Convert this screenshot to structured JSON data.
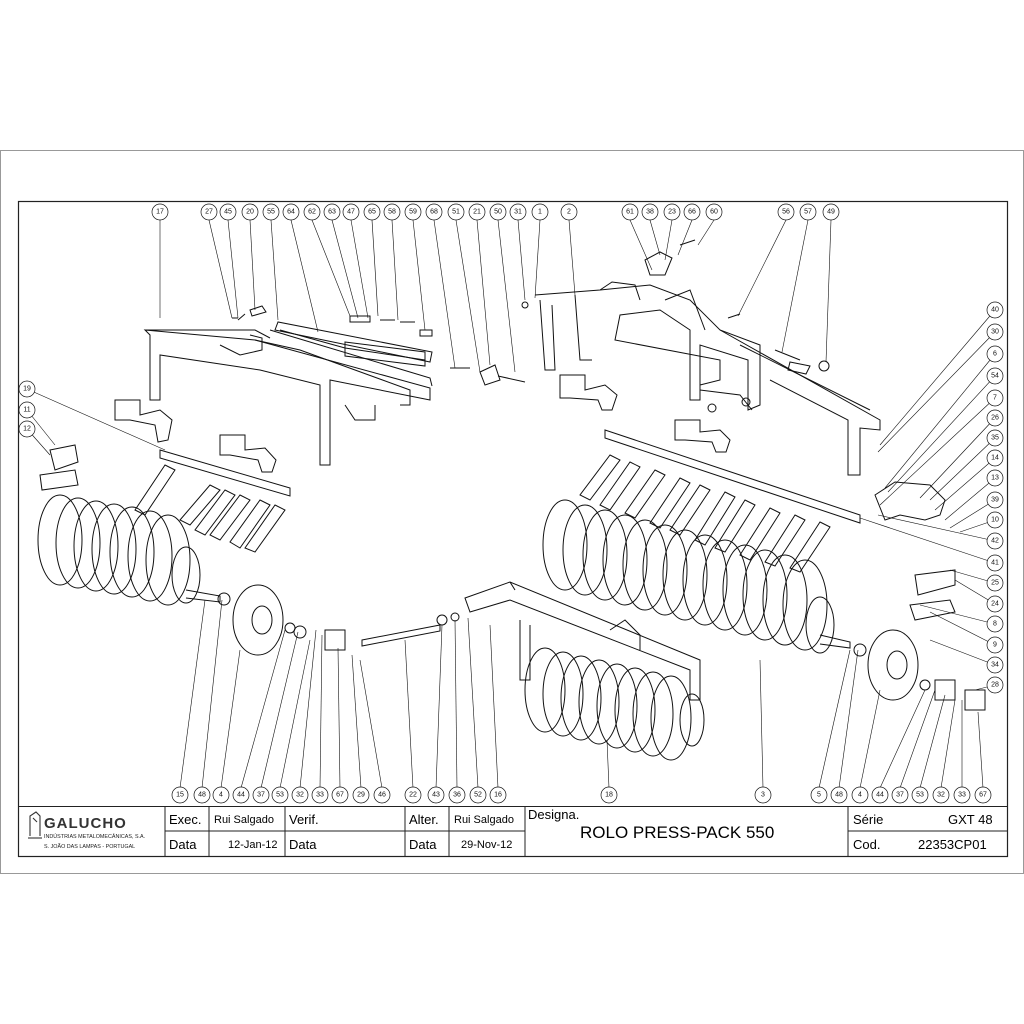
{
  "company": {
    "name": "GALUCHO",
    "line1": "INDÚSTRIAS METALOMECÂNICAS, S.A.",
    "line2": "S. JOÃO DAS LAMPAS - PORTUGAL"
  },
  "title_block": {
    "exec_label": "Exec.",
    "exec_value": "Rui Salgado",
    "verif_label": "Verif.",
    "alter_label": "Alter.",
    "alter_value": "Rui Salgado",
    "designa_label": "Designa.",
    "title": "ROLO PRESS-PACK 550",
    "serie_label": "Série",
    "serie_value": "GXT 48",
    "data_label_1": "Data",
    "data_value_1": "12-Jan-12",
    "data_label_2": "Data",
    "data_label_3": "Data",
    "data_value_3": "29-Nov-12",
    "cod_label": "Cod.",
    "cod_value": "22353CP01"
  },
  "callouts_top": [
    "17",
    "27",
    "45",
    "20",
    "55",
    "64",
    "62",
    "63",
    "47",
    "65",
    "58",
    "59",
    "68",
    "51",
    "21",
    "50",
    "31",
    "1",
    "2",
    "61",
    "38",
    "23",
    "66",
    "60",
    "56",
    "57",
    "49"
  ],
  "callouts_right": [
    "40",
    "30",
    "6",
    "54",
    "7",
    "26",
    "35",
    "14",
    "13",
    "39",
    "10",
    "42",
    "41",
    "25",
    "24",
    "8",
    "9",
    "34",
    "28"
  ],
  "callouts_left": [
    "19",
    "11",
    "12"
  ],
  "callouts_bottom": [
    "15",
    "48",
    "4",
    "44",
    "37",
    "53",
    "32",
    "33",
    "67",
    "29",
    "46",
    "22",
    "43",
    "36",
    "52",
    "16",
    "18",
    "3",
    "5",
    "48",
    "4",
    "44",
    "37",
    "53",
    "32",
    "33",
    "67"
  ],
  "colors": {
    "line": "#111111",
    "frame": "#999999"
  }
}
